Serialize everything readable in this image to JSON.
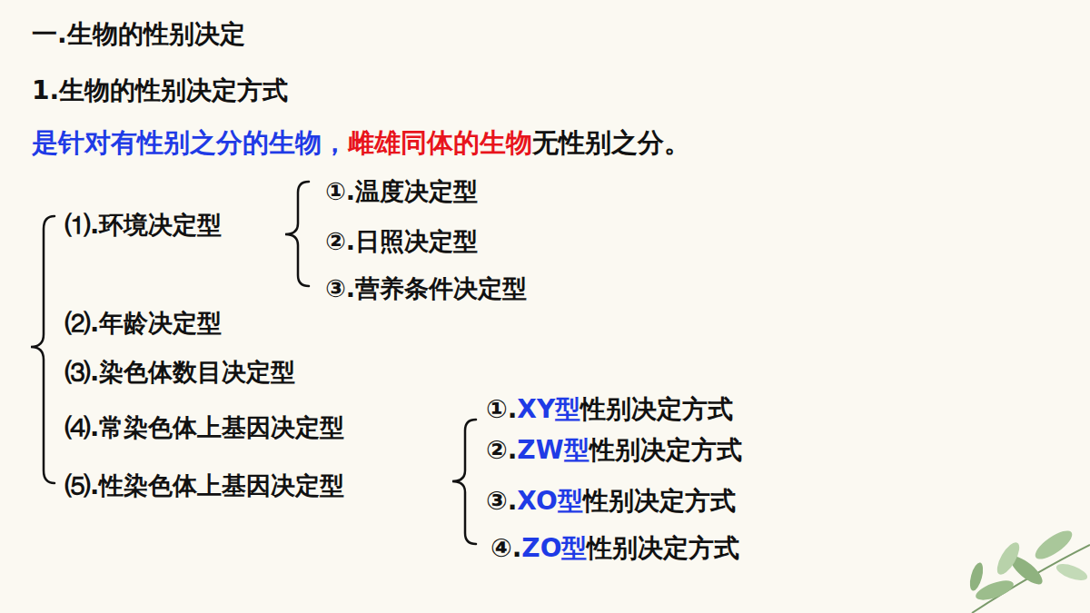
{
  "diagram": {
    "title": "一.生物的性别决定",
    "labels": [
      "1.生物的性别决定方式",
      "是针对有性别之分的生物，",
      "雌雄同体的生物",
      "无性别之分。",
      "⑴.环境决定型",
      "①.温度决定型",
      "②.日照决定型",
      "③.营养条件决定型",
      "⑵.年龄决定型",
      "⑶.染色体数目决定型",
      "⑷.常染色体上基因决定型",
      "⑸.性染色体上基因决定型",
      "①.",
      "XY型",
      "性别决定方式",
      "②.",
      "ZW型",
      "性别决定方式",
      "③.",
      "XO型",
      "性别决定方式",
      "④.",
      "ZO型",
      "性别决定方式"
    ]
  }
}
